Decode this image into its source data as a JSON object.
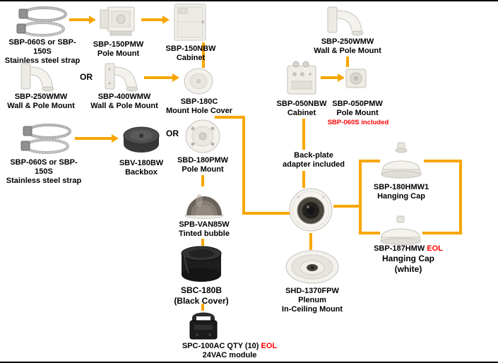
{
  "colors": {
    "accent": "#F7A600",
    "red": "#FF0000"
  },
  "nodes": {
    "strap_top": {
      "line1": "SBP-060S or SBP-150S",
      "line2": "Stainless steel strap"
    },
    "sbp150pmw": {
      "line1": "SBP-150PMW",
      "line2": "Pole Mount"
    },
    "sbp150nbw": {
      "line1": "SBP-150NBW",
      "line2": "Cabinet"
    },
    "sbp250wmw_top": {
      "line1": "SBP-250WMW",
      "line2": "Wall & Pole Mount"
    },
    "sbp250wmw_left": {
      "line1": "SBP-250WMW",
      "line2": "Wall & Pole Mount"
    },
    "or1": "OR",
    "sbp400wmw": {
      "line1": "SBP-400WMW",
      "line2": "Wall & Pole Mount"
    },
    "sbp180c": {
      "line1": "SBP-180C",
      "line2": "Mount Hole Cover"
    },
    "sbp050nbw": {
      "line1": "SBP-050NBW",
      "line2": "Cabinet"
    },
    "sbp050pmw": {
      "line1": "SBP-050PMW",
      "line2": "Pole Mount",
      "note": "SBP-060S included"
    },
    "strap_mid": {
      "line1": "SBP-060S or SBP-150S",
      "line2": "Stainless steel strap"
    },
    "sbv180bw": {
      "line1": "SBV-180BW",
      "line2": "Backbox"
    },
    "or2": "OR",
    "sbd180pmw": {
      "line1": "SBD-180PMW",
      "line2": "Pole Mount"
    },
    "backplate": {
      "line1": "Back-plate",
      "line2": "adapter included"
    },
    "sbp180hmw1": {
      "line1": "SBP-180HMW1",
      "line2": "Hanging Cap"
    },
    "spbvan85w": {
      "line1": "SPB-VAN85W",
      "line2": "Tinted bubble"
    },
    "sbp187hmw": {
      "line1": "SBP-187HMW",
      "eol": "EOL",
      "line2": "Hanging Cap",
      "line3": "(white)"
    },
    "sbc180b": {
      "line1": "SBC-180B",
      "line2": "(Black Cover)"
    },
    "shd1370fpw": {
      "line1": "SHD-1370FPW",
      "line2": "Plenum",
      "line3": "In-Ceiling Mount"
    },
    "spc100ac": {
      "line1": "SPC-100AC QTY (10)",
      "eol": "EOL",
      "line2": "24VAC module"
    }
  }
}
